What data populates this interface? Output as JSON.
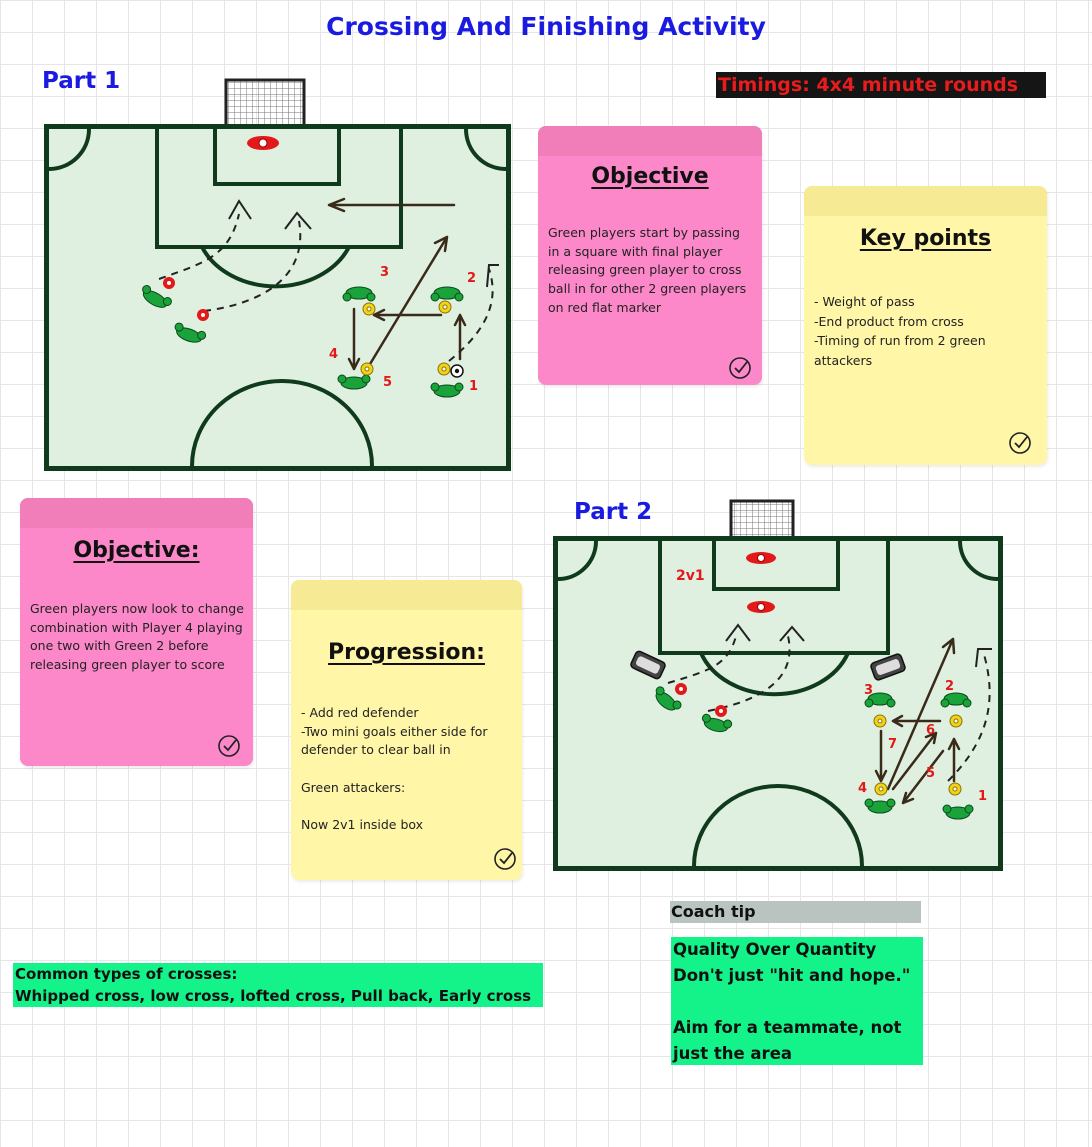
{
  "title": "Crossing And Finishing Activity",
  "timings": "Timings: 4x4 minute rounds",
  "part1": {
    "label": "Part 1",
    "player_numbers": [
      "1",
      "2",
      "3",
      "4",
      "5"
    ]
  },
  "part2": {
    "label": "Part 2",
    "badge": "2v1",
    "player_numbers": [
      "1",
      "2",
      "3",
      "4",
      "5",
      "6",
      "7"
    ]
  },
  "notes": {
    "objective1": {
      "heading": "Objective",
      "body": "Green players start by passing in a square with final player releasing green player to cross ball in for other 2 green players on red flat marker"
    },
    "keypoints": {
      "heading": "Key points",
      "body": "- Weight of pass\n-End product from cross\n-Timing of run from 2 green attackers"
    },
    "objective2": {
      "heading": "Objective:",
      "body": "Green players now look to change combination with Player 4 playing one two with Green 2 before releasing green player to score"
    },
    "progression": {
      "heading": "Progression:",
      "body": "- Add red defender\n-Two mini goals either side for defender to clear ball in\n\nGreen attackers:\n\nNow 2v1 inside box"
    }
  },
  "coach_tip": {
    "label": "Coach tip",
    "body": "Quality Over Quantity\nDon't just \"hit and hope.\"\n\nAim for a teammate, not just the area"
  },
  "crosses": {
    "heading": "Common types of crosses:",
    "list": "Whipped cross, low cross, lofted cross, Pull back, Early cross"
  },
  "colors": {
    "heading_blue": "#1a1ae0",
    "pitch_line": "#0f3a1b",
    "pitch_fill": "#e0f0e0",
    "player_green": "#1aa33a",
    "marker_red": "#e31818",
    "cone_yellow": "#f2d21b",
    "note_pink": "#fc88c9",
    "note_yellow": "#fff6a8",
    "highlight_green": "#14f28a",
    "coach_tip_grey": "#b9c3bf",
    "timings_bg": "#151515",
    "timings_text": "#e81c1c"
  }
}
